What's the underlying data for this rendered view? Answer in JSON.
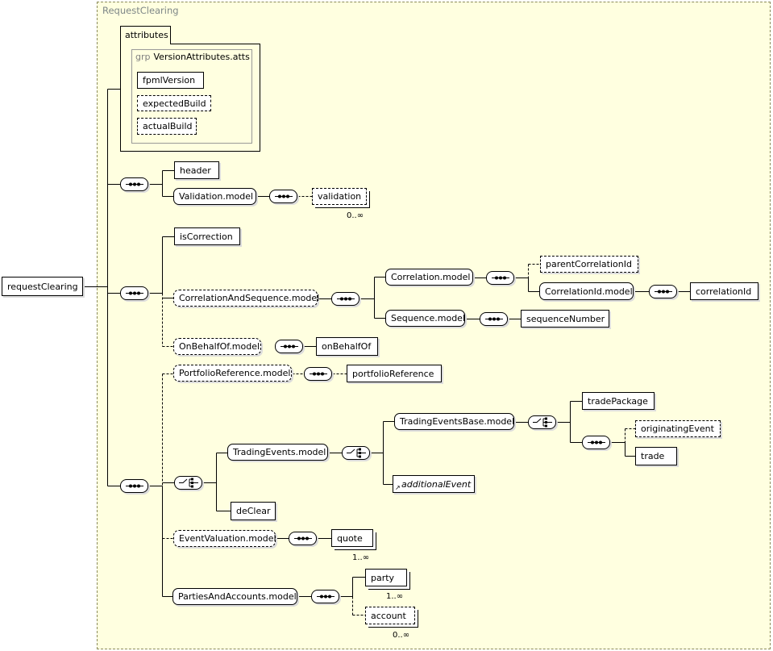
{
  "diagram": {
    "title": "RequestClearing",
    "root": "requestClearing",
    "attributes": {
      "tab_label": "attributes",
      "group_keyword": "grp",
      "group_name": "VersionAttributes.atts",
      "items": [
        "fpmlVersion",
        "expectedBuild",
        "actualBuild"
      ]
    },
    "nodes": {
      "header": "header",
      "validation_model": "Validation.model",
      "validation": "validation",
      "is_correction": "isCorrection",
      "correlation_and_sequence_model": "CorrelationAndSequence.model",
      "correlation_model": "Correlation.model",
      "parent_correlation_id": "parentCorrelationId",
      "correlation_id_model": "CorrelationId.model",
      "correlation_id": "correlationId",
      "sequence_model": "Sequence.model",
      "sequence_number": "sequenceNumber",
      "on_behalf_of_model": "OnBehalfOf.model",
      "on_behalf_of": "onBehalfOf",
      "portfolio_reference_model": "PortfolioReference.model",
      "portfolio_reference": "portfolioReference",
      "trading_events_model": "TradingEvents.model",
      "trading_events_base_model": "TradingEventsBase.model",
      "trade_package": "tradePackage",
      "originating_event": "originatingEvent",
      "trade": "trade",
      "additional_event": "additionalEvent",
      "de_clear": "deClear",
      "event_valuation_model": "EventValuation.model",
      "quote": "quote",
      "parties_and_accounts_model": "PartiesAndAccounts.model",
      "party": "party",
      "account": "account"
    },
    "cardinalities": {
      "validation": "0..∞",
      "quote": "1..∞",
      "party": "1..∞",
      "account": "0..∞"
    },
    "icons": {
      "sequence_compositor": "sequence-icon",
      "choice_compositor": "choice-icon",
      "reference_arrow": "reference-arrow-icon"
    },
    "colors": {
      "region_background": "#ffffe0",
      "region_label": "#7e8787",
      "line": "#000000"
    }
  }
}
